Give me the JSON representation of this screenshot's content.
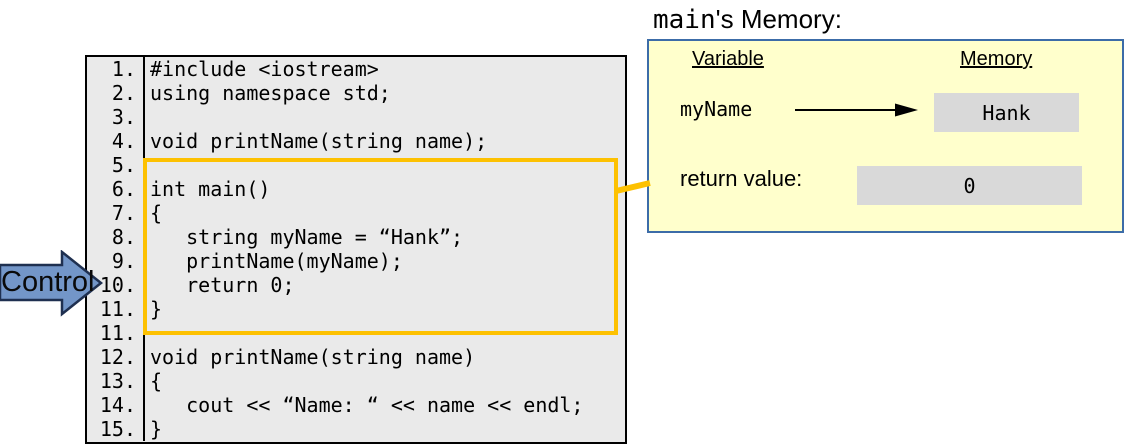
{
  "colors": {
    "highlight": "#fdc101",
    "panel-bg": "#ffffcc",
    "panel-border": "#3c6ca8",
    "cell-bg": "#d9d9d9",
    "code-bg": "#eaeaea",
    "control-fill": "#7396c8",
    "control-border": "#1f3050"
  },
  "control_arrow": {
    "label": "Control"
  },
  "code_panel": {
    "lines": [
      {
        "num": "1.",
        "text": "#include <iostream>"
      },
      {
        "num": "2.",
        "text": "using namespace std;"
      },
      {
        "num": "3.",
        "text": ""
      },
      {
        "num": "4.",
        "text": "void printName(string name);"
      },
      {
        "num": "5.",
        "text": ""
      },
      {
        "num": "6.",
        "text": "int main()"
      },
      {
        "num": "7.",
        "text": "{"
      },
      {
        "num": "8.",
        "text": "   string myName = “Hank”;"
      },
      {
        "num": "9.",
        "text": "   printName(myName);"
      },
      {
        "num": "10.",
        "text": "   return 0;"
      },
      {
        "num": "11.",
        "text": "}"
      },
      {
        "num": "11.",
        "text": ""
      },
      {
        "num": "12.",
        "text": "void printName(string name)"
      },
      {
        "num": "13.",
        "text": "{"
      },
      {
        "num": "14.",
        "text": "   cout << “Name: “ << name << endl;"
      },
      {
        "num": "15.",
        "text": "}"
      }
    ]
  },
  "memory_panel": {
    "title_mono": "main",
    "title_rest": "'s Memory:",
    "col_variable": "Variable",
    "col_memory": "Memory",
    "rows": [
      {
        "label": "myName",
        "value": "Hank"
      },
      {
        "label": "return value:",
        "value": "0"
      }
    ]
  }
}
